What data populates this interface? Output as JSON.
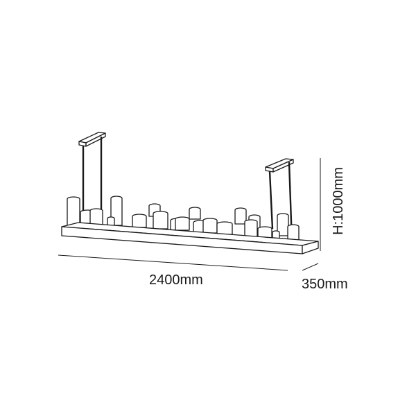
{
  "diagram": {
    "subject": "Linear candle chandelier (rectangular tray with cylindrical candle lights, suspended from two ceiling canopies)",
    "style": "black line drawing on white",
    "colors": {
      "line": "#1a1a1a",
      "background": "#ffffff"
    }
  },
  "dimensions": {
    "width": "2400mm",
    "depth": "350mm",
    "height": "H:1000mm"
  },
  "parts": {
    "canopies": 2,
    "suspension_rods_per_canopy": 2,
    "tray": "long rectangular platform",
    "candles": "approx. 24 cylindrical candle tubes of varying heights"
  }
}
